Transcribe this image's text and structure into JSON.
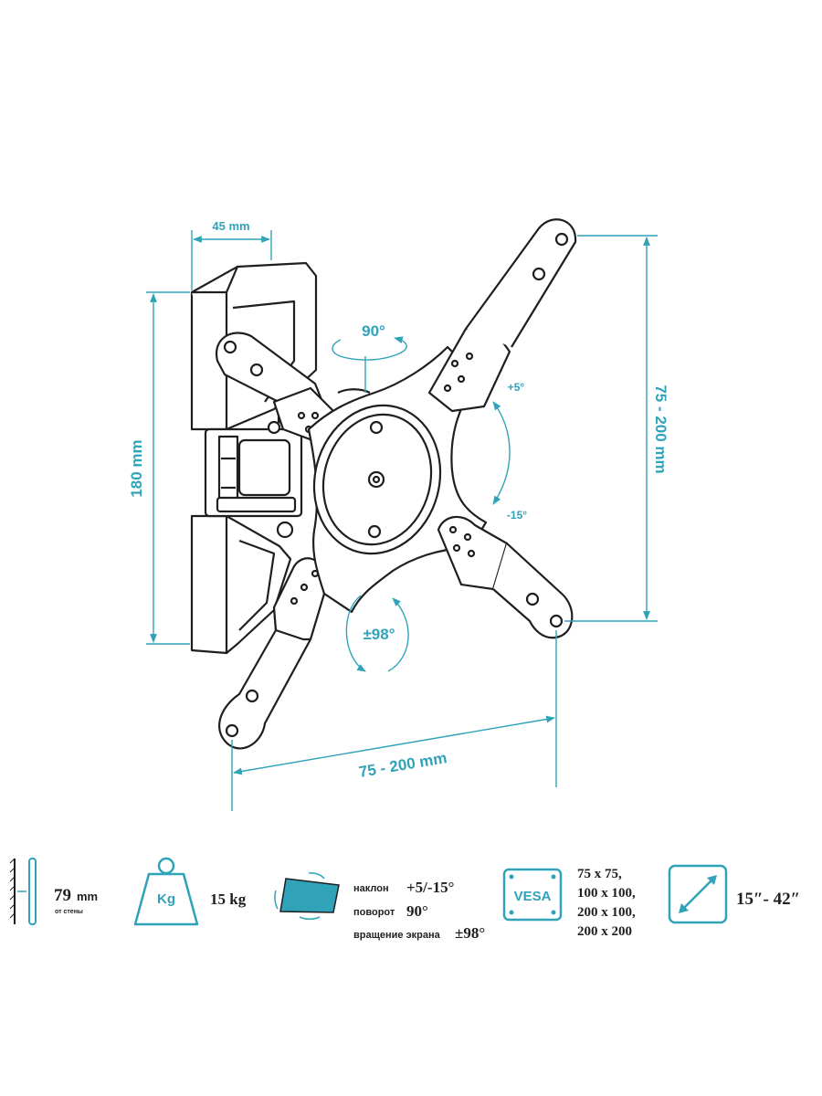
{
  "colors": {
    "accent": "#30a3b9",
    "line": "#1f1f1f",
    "metal": "#ffffff"
  },
  "dimensions": {
    "depth": "45 mm",
    "height": "180 mm",
    "vesa_width": "75 - 200 mm",
    "vesa_height": "75 - 200 mm",
    "swivel": "90°",
    "tilt_up": "+5°",
    "tilt_down": "-15°",
    "rotation": "±98°"
  },
  "specs": {
    "wall_distance": {
      "icon": "wall-distance-icon",
      "value": "79",
      "unit": "mm",
      "note": "от стены"
    },
    "load": {
      "icon": "weight-icon",
      "icon_label": "Kg",
      "value": "15 kg"
    },
    "movement": {
      "icon": "tv-movement-icon",
      "tilt_label": "наклон",
      "tilt_value": "+5/-15°",
      "swivel_label": "поворот",
      "swivel_value": "90°",
      "rotation_label": "вращение экрана",
      "rotation_value": "±98°"
    },
    "vesa": {
      "icon": "vesa-icon",
      "icon_label": "VESA",
      "patterns": [
        "75 x 75,",
        "100 x 100,",
        "200 x 100,",
        "200 x 200"
      ]
    },
    "screen_size": {
      "icon": "diagonal-icon",
      "value": "15″- 42″"
    }
  }
}
